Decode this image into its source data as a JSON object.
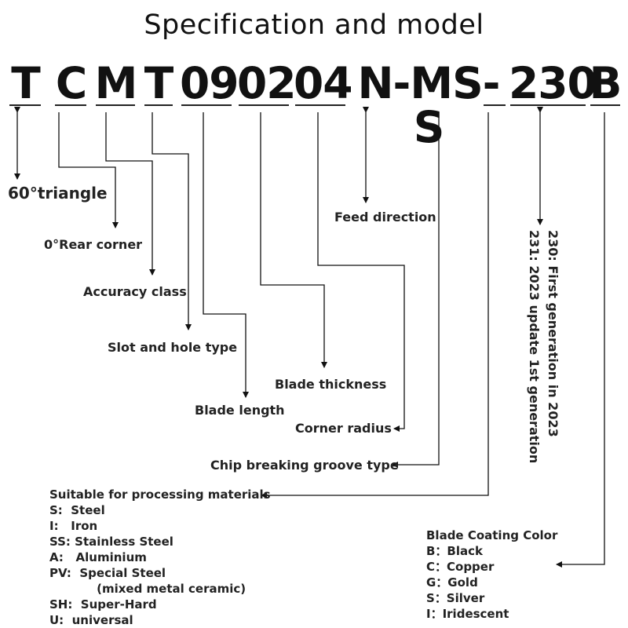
{
  "title": "Specification and model",
  "code_segments": [
    "T",
    "C",
    "M",
    "T",
    "09",
    "02",
    "04",
    "N-MS-S",
    "230",
    "B"
  ],
  "labels": {
    "shape": "60°triangle",
    "rear_corner": "0°Rear corner",
    "accuracy": "Accuracy class",
    "slot_hole": "Slot and hole type",
    "blade_length": "Blade length",
    "blade_thickness": "Blade thickness",
    "corner_radius": "Corner radius",
    "feed_direction": "Feed direction",
    "chip_breaking": "Chip breaking groove type",
    "generation_1": "230: First generation in 2023",
    "generation_2": "231: 2023 update 1st generation"
  },
  "materials": {
    "heading": "Suitable for processing materials",
    "items": [
      "S:  Steel",
      "I:   Iron",
      "SS: Stainless Steel",
      "A:   Aluminium",
      "PV:  Special Steel",
      "     (mixed metal ceramic)",
      "SH:  Super-Hard",
      "U:  universal"
    ]
  },
  "coating": {
    "heading": "Blade Coating Color",
    "items": [
      "B：Black",
      "C：Copper",
      "G：Gold",
      "S：Silver",
      "I：Iridescent"
    ]
  }
}
